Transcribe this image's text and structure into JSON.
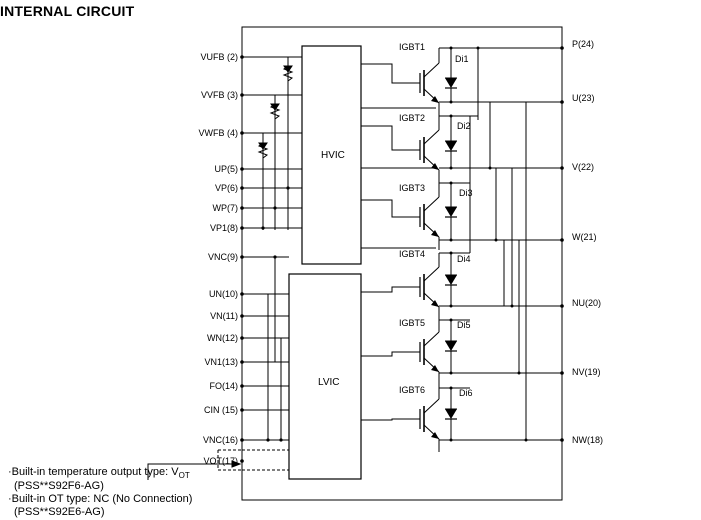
{
  "title": "INTERNAL CIRCUIT",
  "blocks": {
    "hvic": "HVIC",
    "lvic": "LVIC"
  },
  "left_pins": [
    {
      "name": "V_UFB",
      "label": "VUFB (2)"
    },
    {
      "name": "V_VFB",
      "label": "VVFB (3)"
    },
    {
      "name": "V_WFB",
      "label": "VWFB (4)"
    },
    {
      "name": "UP",
      "label": "UP(5)"
    },
    {
      "name": "VP",
      "label": "VP(6)"
    },
    {
      "name": "WP",
      "label": "WP(7)"
    },
    {
      "name": "VP1",
      "label": "VP1(8)"
    },
    {
      "name": "VNC9",
      "label": "VNC(9)"
    },
    {
      "name": "UN",
      "label": "UN(10)"
    },
    {
      "name": "VN",
      "label": "VN(11)"
    },
    {
      "name": "WN",
      "label": "WN(12)"
    },
    {
      "name": "VN1",
      "label": "VN1(13)"
    },
    {
      "name": "FO",
      "label": "FO(14)"
    },
    {
      "name": "CIN",
      "label": "CIN (15)"
    },
    {
      "name": "VNC16",
      "label": "VNC(16)"
    },
    {
      "name": "VOT",
      "label": "VOT(17)"
    }
  ],
  "right_pins": [
    {
      "name": "P",
      "label": "P(24)"
    },
    {
      "name": "U",
      "label": "U(23)"
    },
    {
      "name": "V",
      "label": "V(22)"
    },
    {
      "name": "W",
      "label": "W(21)"
    },
    {
      "name": "NU",
      "label": "NU(20)"
    },
    {
      "name": "NV",
      "label": "NV(19)"
    },
    {
      "name": "NW",
      "label": "NW(18)"
    }
  ],
  "switches": [
    {
      "igbt": "IGBT1",
      "diode": "Di1"
    },
    {
      "igbt": "IGBT2",
      "diode": "Di2"
    },
    {
      "igbt": "IGBT3",
      "diode": "Di3"
    },
    {
      "igbt": "IGBT4",
      "diode": "Di4"
    },
    {
      "igbt": "IGBT5",
      "diode": "Di5"
    },
    {
      "igbt": "IGBT6",
      "diode": "Di6"
    }
  ],
  "notes": {
    "line1": "·Built-in temperature output type: V",
    "line1_sub": "OT",
    "line2": "(PSS**S92F6-AG)",
    "line3": "·Built-in OT type: NC (No Connection)",
    "line4": "(PSS**S92E6-AG)"
  }
}
